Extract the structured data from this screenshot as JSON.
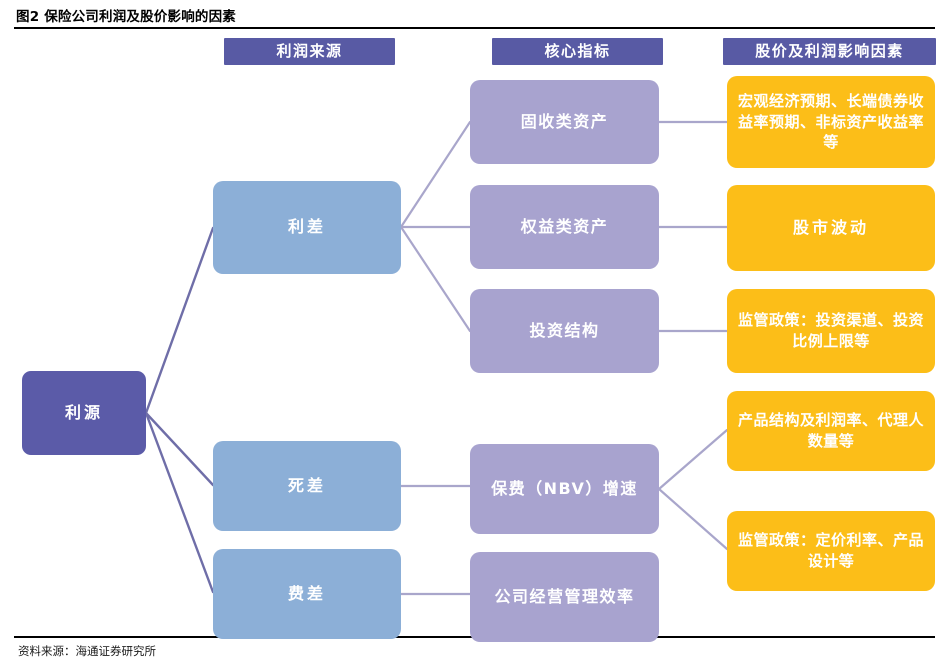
{
  "figure": {
    "title": "图2  保险公司利润及股价影响的因素",
    "source": "资料来源：海通证券研究所"
  },
  "colors": {
    "header_purple": "#585AA4",
    "root_purple": "#5B5BA8",
    "source_blue": "#8CAFD7",
    "indicator_purple": "#A8A3CF",
    "factor_yellow": "#FCBE18",
    "connector": "#6F6EA8",
    "connector_light": "#A9A6CB"
  },
  "headers": [
    {
      "id": "profit-source",
      "label": "利润来源"
    },
    {
      "id": "core-indicator",
      "label": "核心指标"
    },
    {
      "id": "price-profit-factor",
      "label": "股价及利润影响因素"
    }
  ],
  "root": {
    "id": "liyuan",
    "label": "利源"
  },
  "profit_sources": [
    {
      "id": "licha",
      "label": "利差"
    },
    {
      "id": "sicha",
      "label": "死差"
    },
    {
      "id": "feicha",
      "label": "费差"
    }
  ],
  "core_indicators": [
    {
      "id": "fixed-income-assets",
      "label": "固收类资产"
    },
    {
      "id": "equity-assets",
      "label": "权益类资产"
    },
    {
      "id": "investment-structure",
      "label": "投资结构"
    },
    {
      "id": "nbv-growth",
      "label": "保费（NBV）增速"
    },
    {
      "id": "management-efficiency",
      "label": "公司经营管理效率"
    }
  ],
  "factors": [
    {
      "id": "macro-bond-yield",
      "label": "宏观经济预期、长端债券收益率预期、非标资产收益率等"
    },
    {
      "id": "stock-market-volatility",
      "label": "股市波动"
    },
    {
      "id": "regulation-investment",
      "label": "监管政策：投资渠道、投资比例上限等"
    },
    {
      "id": "product-mix-agents",
      "label": "产品结构及利润率、代理人数量等"
    },
    {
      "id": "regulation-pricing",
      "label": "监管政策：定价利率、产品设计等"
    }
  ],
  "edges": [
    {
      "from": "liyuan",
      "to": "licha"
    },
    {
      "from": "liyuan",
      "to": "sicha"
    },
    {
      "from": "liyuan",
      "to": "feicha"
    },
    {
      "from": "licha",
      "to": "fixed-income-assets"
    },
    {
      "from": "licha",
      "to": "equity-assets"
    },
    {
      "from": "licha",
      "to": "investment-structure"
    },
    {
      "from": "sicha",
      "to": "nbv-growth"
    },
    {
      "from": "feicha",
      "to": "management-efficiency"
    },
    {
      "from": "fixed-income-assets",
      "to": "macro-bond-yield"
    },
    {
      "from": "equity-assets",
      "to": "stock-market-volatility"
    },
    {
      "from": "investment-structure",
      "to": "regulation-investment"
    },
    {
      "from": "nbv-growth",
      "to": "product-mix-agents"
    },
    {
      "from": "nbv-growth",
      "to": "regulation-pricing"
    }
  ]
}
